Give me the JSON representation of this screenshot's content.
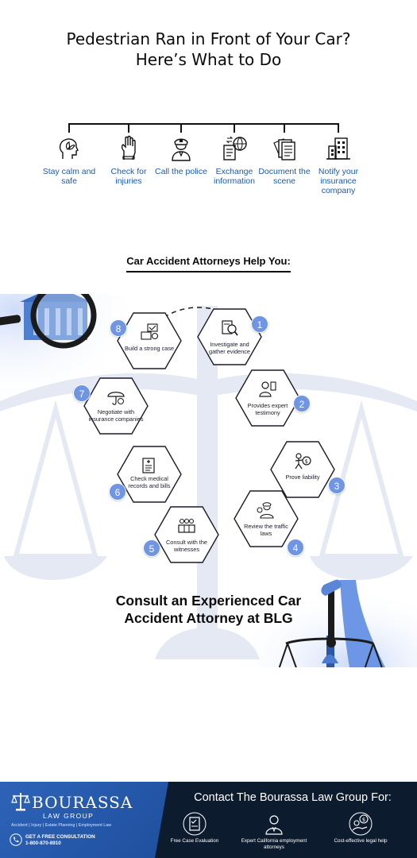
{
  "title": {
    "line1": "Pedestrian Ran in Front of Your Car?",
    "line2": "Here’s What to Do"
  },
  "steps": [
    {
      "label": "Stay calm and safe",
      "icon": "calm-head-icon"
    },
    {
      "label": "Check for injuries",
      "icon": "raised-hand-icon"
    },
    {
      "label": "Call the police",
      "icon": "police-officer-icon"
    },
    {
      "label": "Exchange information",
      "icon": "exchange-information-icon"
    },
    {
      "label": "Document the scene",
      "icon": "documents-icon"
    },
    {
      "label": "Notify your insurance company",
      "icon": "insurance-building-icon"
    }
  ],
  "attorneys": {
    "title": "Car Accident Attorneys Help You:",
    "items": [
      {
        "number": "1",
        "label": "Investigate and gather evidence",
        "icon": "magnifier-document-icon"
      },
      {
        "number": "2",
        "label": "Provides expert testimony",
        "icon": "expert-witness-icon"
      },
      {
        "number": "3",
        "label": "Prove liability",
        "icon": "liability-icon"
      },
      {
        "number": "4",
        "label": "Review the traffic laws",
        "icon": "traffic-officer-icon"
      },
      {
        "number": "5",
        "label": "Consult with the witnesses",
        "icon": "witnesses-icon"
      },
      {
        "number": "6",
        "label": "Check medical records and bills",
        "icon": "medical-records-icon"
      },
      {
        "number": "7",
        "label": "Negotiate with insurance companies",
        "icon": "insurance-umbrella-icon"
      },
      {
        "number": "8",
        "label": "Build a strong case",
        "icon": "strong-case-icon"
      }
    ]
  },
  "consult": {
    "line1": "Consult an Experienced Car",
    "line2": "Accident Attorney at BLG"
  },
  "footer": {
    "logo": "BOURASSA",
    "logo_sub": "LAW GROUP",
    "tagline": "Accident | Injury | Estate Planning | Employment Law",
    "cta_label": "GET A FREE CONSULTATION",
    "cta_phone": "1-800-870-8910",
    "contact_title": "Contact The Bourassa Law Group For:",
    "services": [
      {
        "label": "Free Case Evaluation",
        "icon": "case-evaluation-icon"
      },
      {
        "label": "Expert California employment attorneys",
        "icon": "attorney-icon"
      },
      {
        "label": "Cost-effective legal help",
        "icon": "cost-effective-icon"
      }
    ]
  },
  "colors": {
    "accent_blue": "#1d5ba8",
    "badge_blue": "#6f95e3",
    "footer_navy": "#0d1b2e",
    "footer_blue": "#2d63b8"
  }
}
